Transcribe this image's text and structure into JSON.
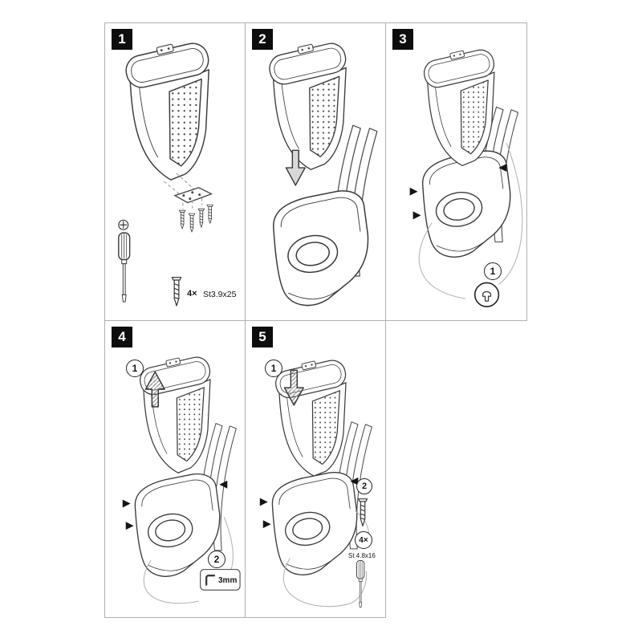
{
  "figure": {
    "background": "#ffffff",
    "line_color": "#3b3b3b",
    "panel_border_color": "#b0b0b0",
    "badge_color": "#0d0d0d"
  },
  "panels": {
    "p1": {
      "number": "1",
      "qty_label": "4×",
      "screw_spec": "St3.9x25",
      "icons": [
        "armrest-icon",
        "mounting-plate-icon",
        "screw-icon",
        "phillips-head-icon",
        "screwdriver-icon"
      ]
    },
    "p2": {
      "number": "2",
      "icons": [
        "armrest-icon",
        "arrow-down-icon",
        "console-base-icon",
        "seat-rails-icon"
      ]
    },
    "p3": {
      "number": "3",
      "step_label": "1",
      "icons": [
        "assembled-armrest-icon",
        "attachment-triangle-icon",
        "retaining-clip-icon"
      ]
    },
    "p4": {
      "number": "4",
      "step1_label": "1",
      "step2_label": "2",
      "tool_size": "3mm",
      "icons": [
        "arrow-up-icon",
        "assembled-armrest-icon",
        "allen-key-icon"
      ]
    },
    "p5": {
      "number": "5",
      "step1_label": "1",
      "step2_label": "2",
      "qty_label": "4×",
      "screw_spec": "St 4.8x16",
      "icons": [
        "arrow-down-icon",
        "assembled-armrest-icon",
        "screw-icon",
        "screwdriver-icon"
      ]
    }
  }
}
